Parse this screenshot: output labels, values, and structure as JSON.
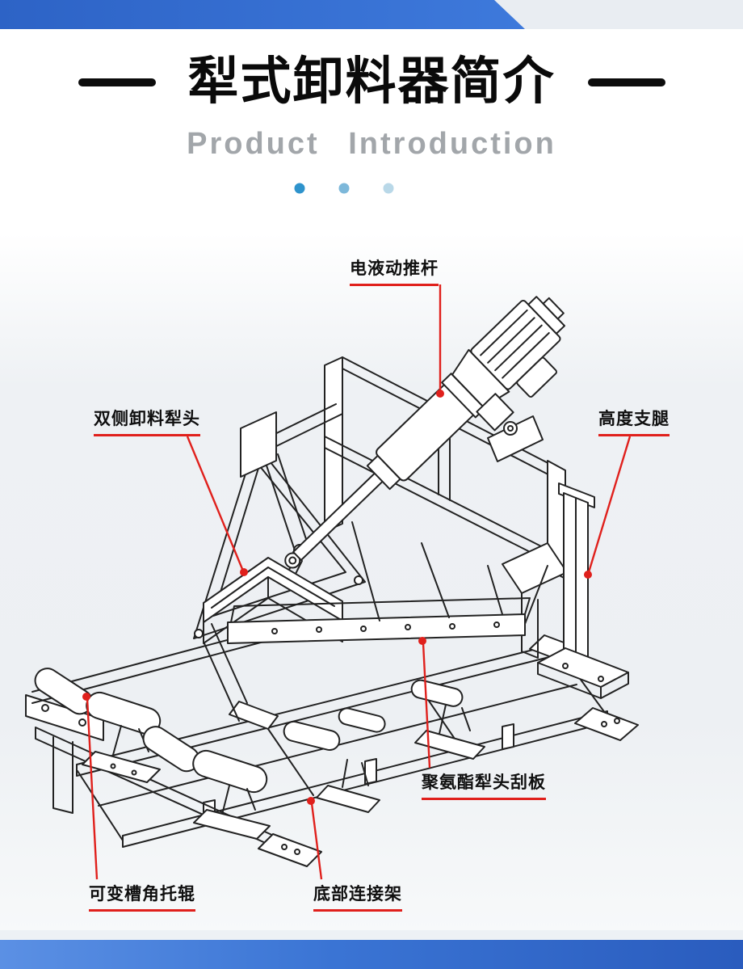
{
  "header": {
    "title": "犁式卸料器简介",
    "subtitle": "Product  Introduction"
  },
  "decor": {
    "dots": [
      "#2e93cc",
      "#7db8da",
      "#b9d8e8"
    ]
  },
  "diagram": {
    "callouts": [
      {
        "label": "电液动推杆"
      },
      {
        "label": "双侧卸料犁头"
      },
      {
        "label": "高度支腿"
      },
      {
        "label": "聚氨酯犁头刮板"
      },
      {
        "label": "可变槽角托辊"
      },
      {
        "label": "底部连接架"
      }
    ]
  },
  "colors": {
    "banner_blue": "#3a74d4",
    "accent_red": "#e0201c",
    "line_black": "#222222",
    "subtitle_gray": "#a2a6aa"
  }
}
